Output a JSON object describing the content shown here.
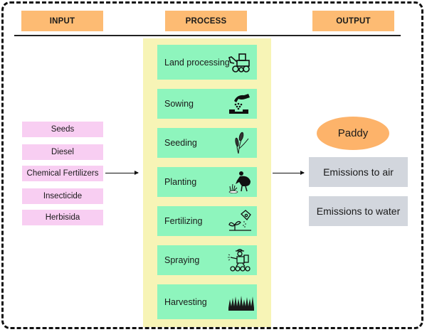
{
  "headers": {
    "input": "INPUT",
    "process": "PROCESS",
    "output": "OUTPUT"
  },
  "inputs": [
    "Seeds",
    "Diesel",
    "Chemical Fertilizers",
    "Insecticide",
    "Herbisida"
  ],
  "process_steps": [
    {
      "label": "Land processing",
      "icon": "tractor-icon"
    },
    {
      "label": "Sowing",
      "icon": "hand-sowing-icon"
    },
    {
      "label": "Seeding",
      "icon": "rice-plant-icon"
    },
    {
      "label": "Planting",
      "icon": "farmer-planting-icon"
    },
    {
      "label": "Fertilizing",
      "icon": "fertilizer-icon"
    },
    {
      "label": "Spraying",
      "icon": "sprayer-farmer-icon"
    },
    {
      "label": "Harvesting",
      "icon": "grass-icon"
    }
  ],
  "outputs": {
    "main_product": "Paddy",
    "emissions": [
      "Emissions to air",
      "Emissions to water"
    ]
  },
  "colors": {
    "header": "#fdbb73",
    "input_box": "#f8cef2",
    "process_panel": "#f7f4b6",
    "process_step": "#8ef5bd",
    "paddy": "#fdb36a",
    "emission_box": "#d2d6dd"
  }
}
